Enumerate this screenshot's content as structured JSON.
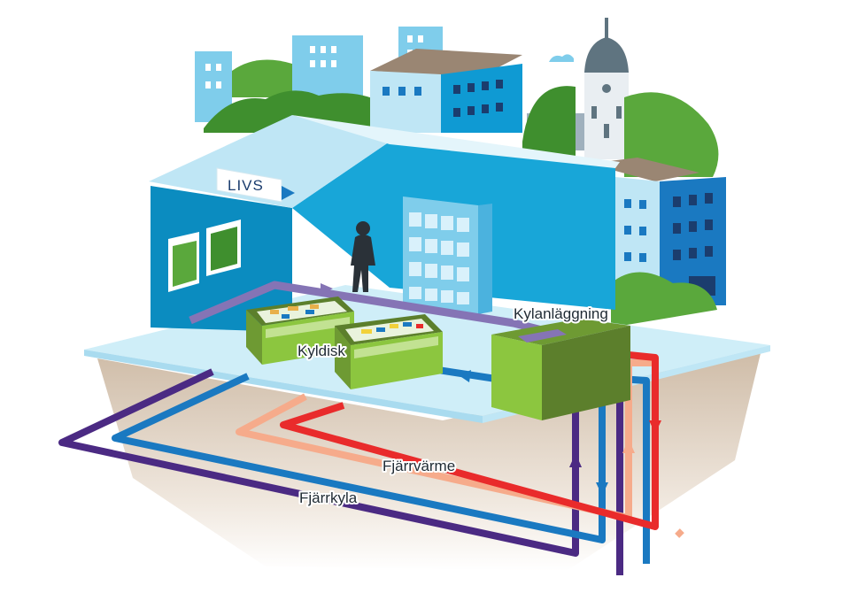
{
  "sign": {
    "text": "LIVS"
  },
  "labels": {
    "cooling_unit": "Kylanläggning",
    "display_cooler": "Kyldisk",
    "district_heating": "Fjärrvärme",
    "district_cooling": "Fjärrkyla"
  },
  "colors": {
    "sky_building": "#7fcdeb",
    "store_wall": "#18a6d8",
    "store_wall_dark": "#0b8cc0",
    "floor": "#cfeef8",
    "greenery": "#5aa83c",
    "machine_green": "#8cc63f",
    "pipe_purple": "#4b2a83",
    "pipe_blue": "#1a79c1",
    "pipe_red": "#e92b2b",
    "pipe_salmon": "#f6ab8b",
    "pipe_lavender": "#8574b5"
  }
}
